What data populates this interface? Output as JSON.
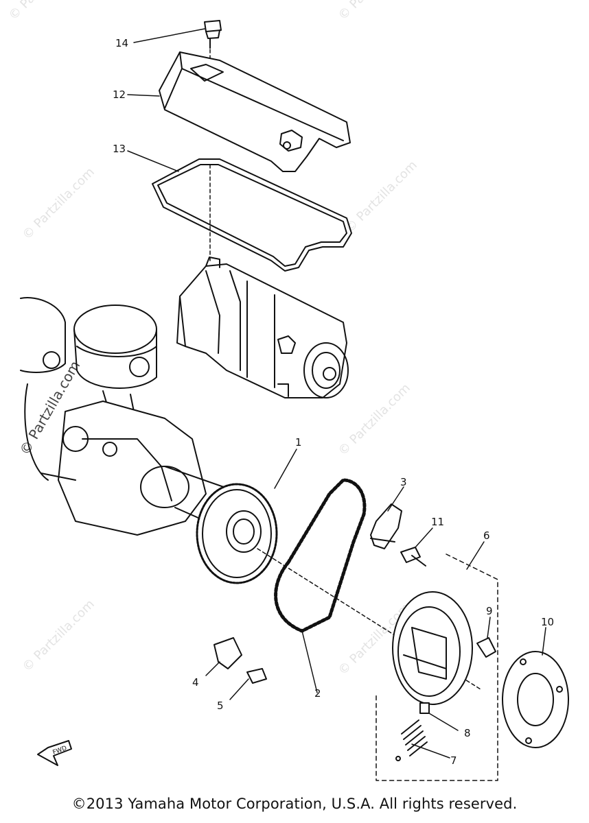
{
  "watermark_text": "© Partzilla.com",
  "copyright": "©2013 Yamaha Motor Corporation, U.S.A. All rights reserved.",
  "fwd_label": "FWD",
  "callouts": {
    "c1": "1",
    "c2": "2",
    "c3": "3",
    "c4": "4",
    "c5": "5",
    "c6": "6",
    "c7": "7",
    "c8": "8",
    "c9": "9",
    "c10": "10",
    "c11": "11",
    "c12": "12",
    "c13": "13",
    "c14": "14"
  }
}
